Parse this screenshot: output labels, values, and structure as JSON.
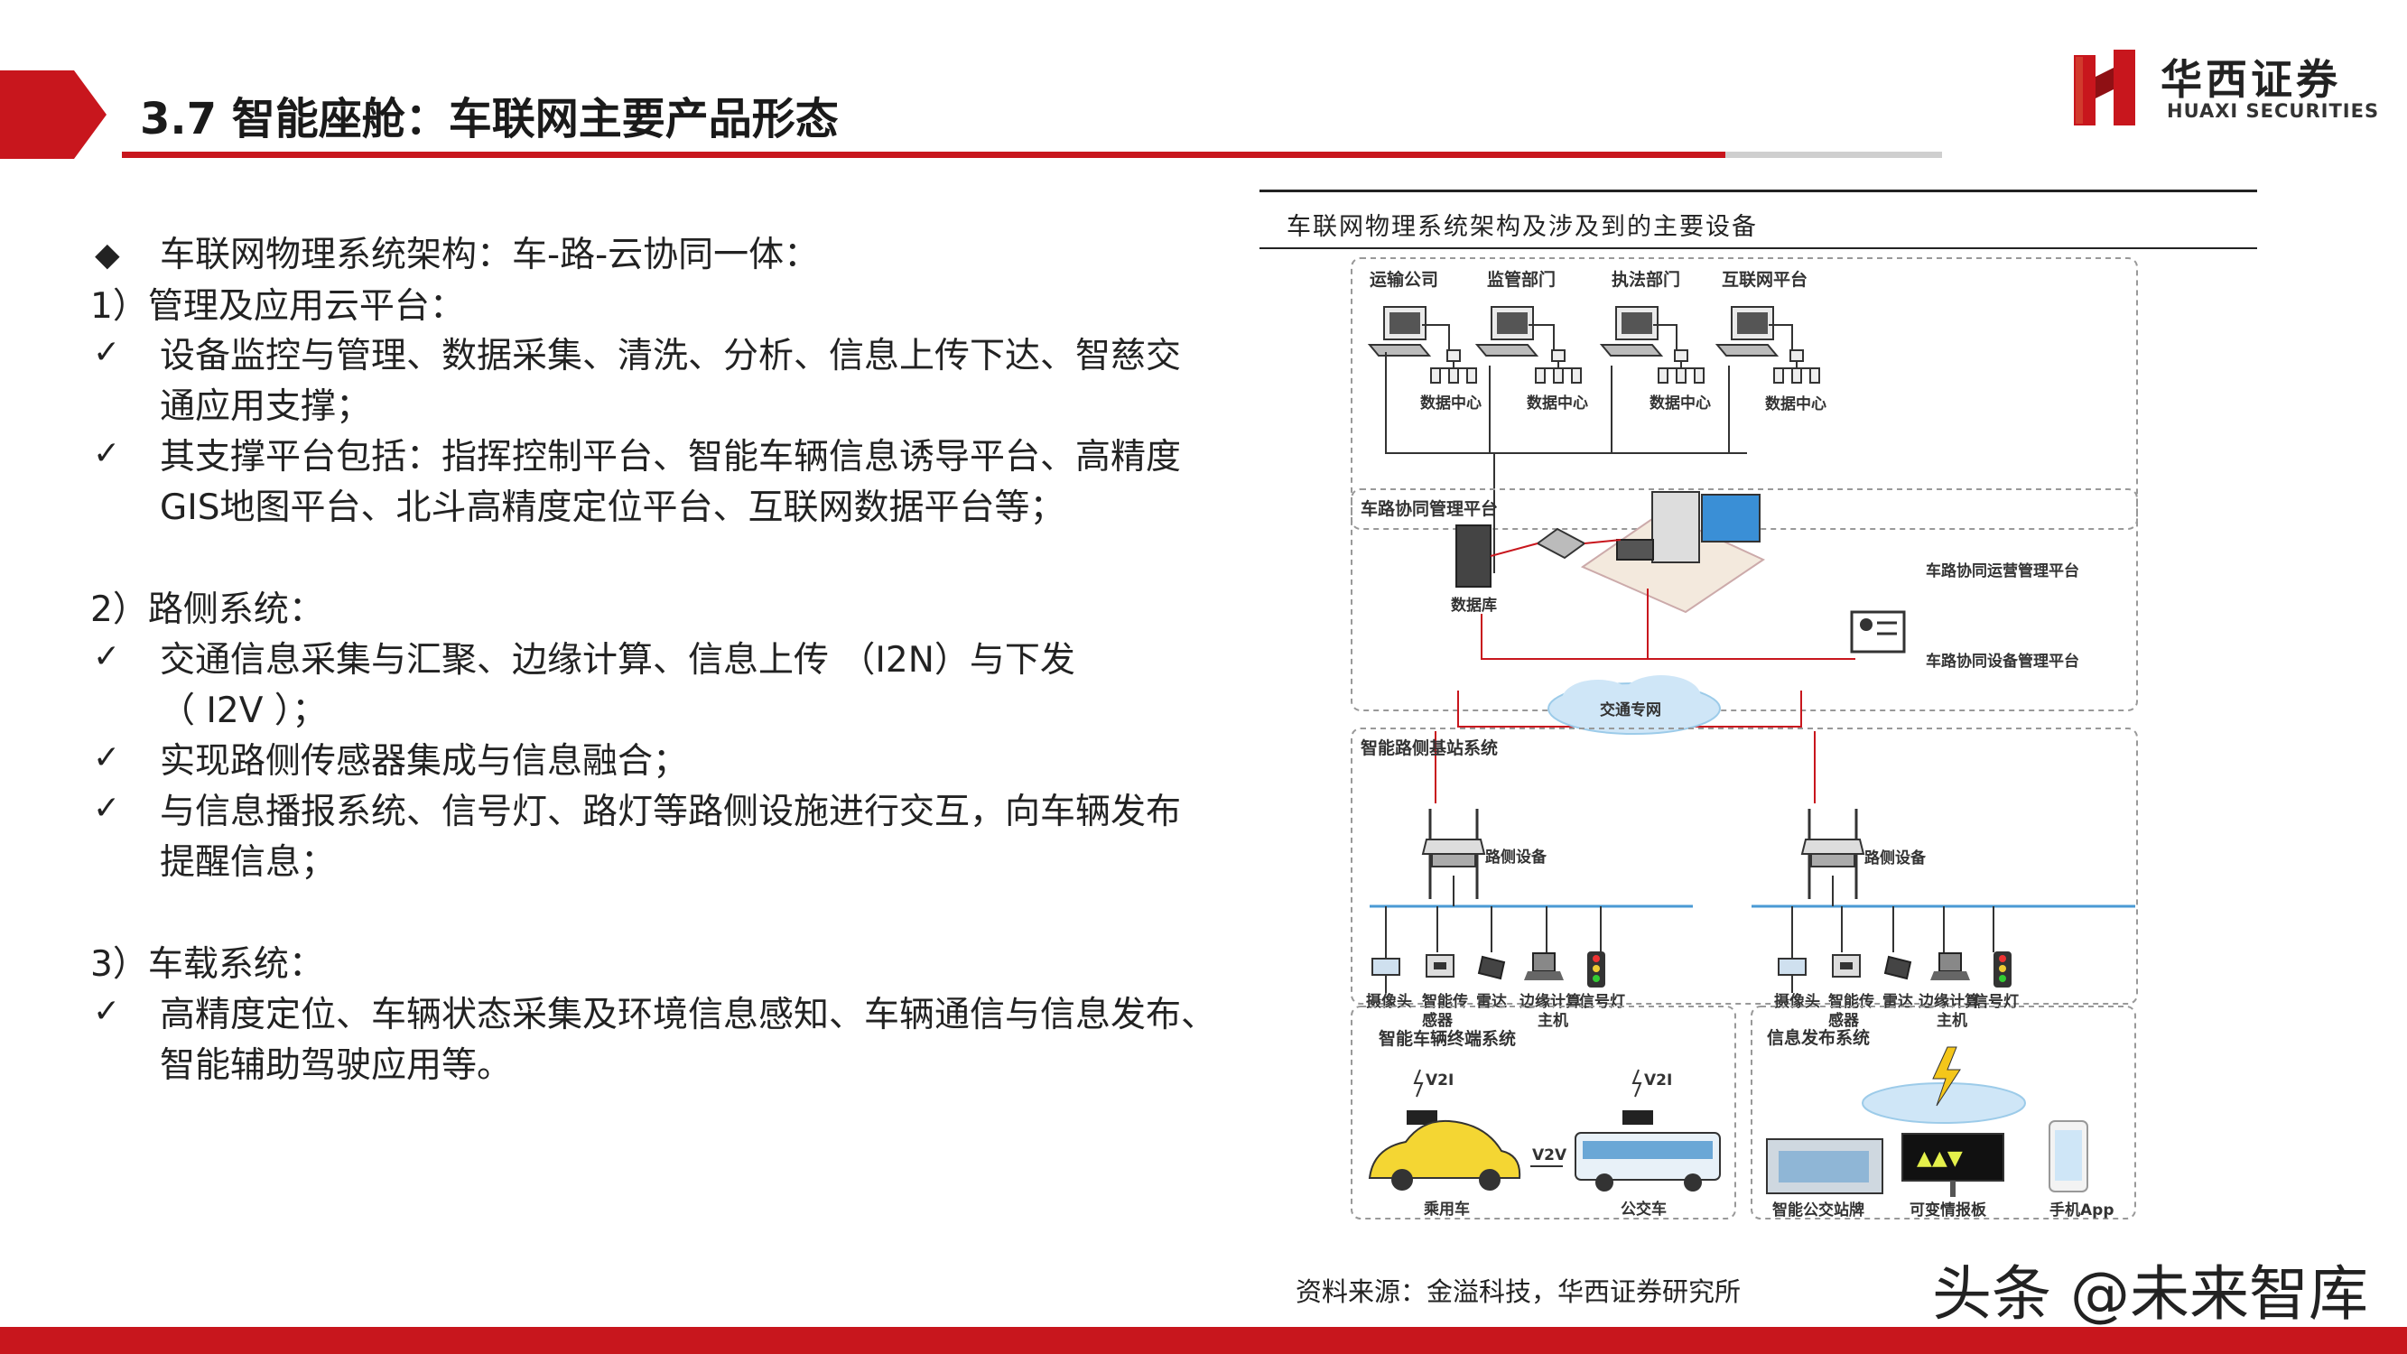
{
  "header": {
    "title": "3.7 智能座舱：车联网主要产品形态",
    "accent_color": "#c8161d"
  },
  "logo": {
    "cn": "华西证券",
    "en": "HUAXI SECURITIES"
  },
  "body": {
    "intro": "车联网物理系统架构：车-路-云协同一体：",
    "s1": {
      "heading": "1）管理及应用云平台：",
      "i1a": "设备监控与管理、数据采集、清洗、分析、信息上传下达、智慈交",
      "i1b": "通应用支撑；",
      "i2a": "其支撑平台包括：指挥控制平台、智能车辆信息诱导平台、高精度",
      "i2b": "GIS地图平台、北斗高精度定位平台、互联网数据平台等；"
    },
    "s2": {
      "heading": "2）路侧系统：",
      "i1a": "交通信息采集与汇聚、边缘计算、信息上传 （I2N）与下发",
      "i1b": "（ I2V ）；",
      "i2": "实现路侧传感器集成与信息融合；",
      "i3a": "与信息播报系统、信号灯、路灯等路侧设施进行交互，向车辆发布",
      "i3b": "提醒信息；"
    },
    "s3": {
      "heading": "3）车载系统：",
      "i1a": "高精度定位、车辆状态采集及环境信息感知、车辆通信与信息发布、",
      "i1b": "智能辅助驾驶应用等。"
    }
  },
  "figure": {
    "caption": "车联网物理系统架构及涉及到的主要设备",
    "top_units": [
      "运输公司",
      "监管部门",
      "执法部门",
      "互联网平台"
    ],
    "data_center": "数据中心",
    "platform_title": "车路协同管理平台",
    "database": "数据库",
    "ops_platform": "车路协同运营管理平台",
    "device_platform": "车路协同设备管理平台",
    "network": "交通专网",
    "roadside_title": "智能路侧基站系统",
    "roadside_device": "路侧设备",
    "sensors": [
      "摄像头",
      "智能传",
      "感器",
      "雷达",
      "边缘计算",
      "主机",
      "信号灯"
    ],
    "vehicle_title": "智能车辆终端系统",
    "v2i": "V2I",
    "v2v": "V2V",
    "car": "乘用车",
    "bus": "公交车",
    "info_title": "信息发布系统",
    "smart_stop": "智能公交站牌",
    "vms": "可变情报板",
    "app": "手机App",
    "source": "资料来源：金溢科技，华西证券研究所"
  },
  "watermark": "头条 @未来智库"
}
